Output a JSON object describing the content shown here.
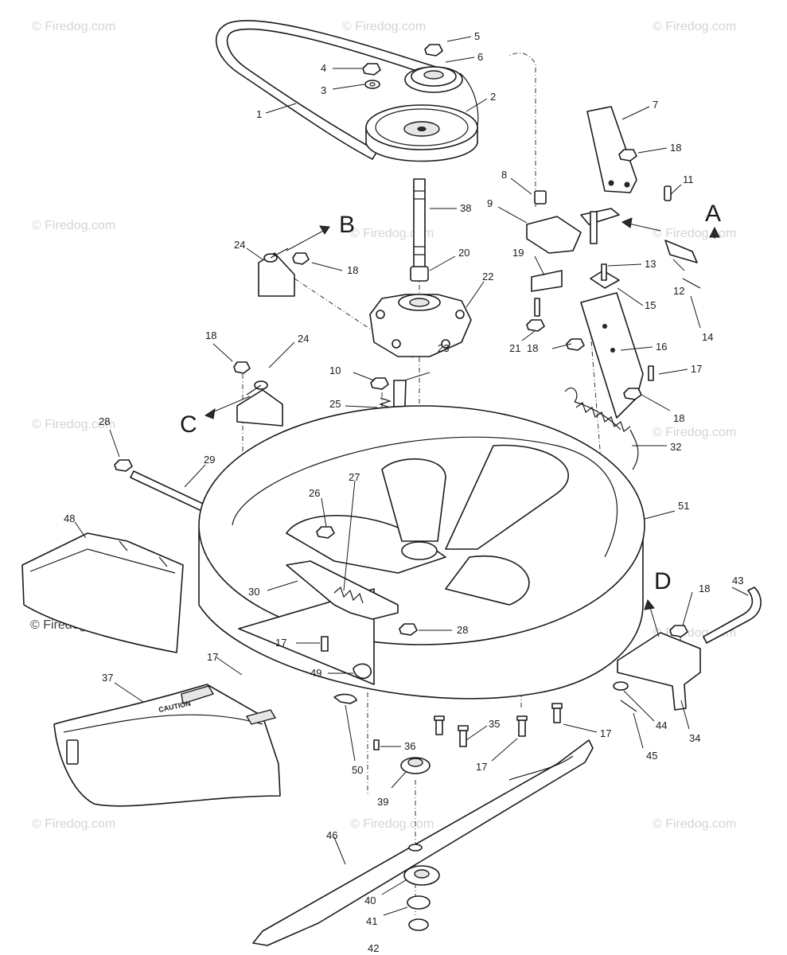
{
  "watermark": "© Firedog.com",
  "direction_letters": [
    "A",
    "B",
    "C",
    "D"
  ],
  "decal_text": "CAUTION",
  "callouts": [
    {
      "id": "c5",
      "label": "5"
    },
    {
      "id": "c6",
      "label": "6"
    },
    {
      "id": "c4",
      "label": "4"
    },
    {
      "id": "c3",
      "label": "3"
    },
    {
      "id": "c1",
      "label": "1"
    },
    {
      "id": "c2",
      "label": "2"
    },
    {
      "id": "c7",
      "label": "7"
    },
    {
      "id": "c18a",
      "label": "18"
    },
    {
      "id": "c8",
      "label": "8"
    },
    {
      "id": "c38",
      "label": "38"
    },
    {
      "id": "c9",
      "label": "9"
    },
    {
      "id": "c11",
      "label": "11"
    },
    {
      "id": "c24a",
      "label": "24"
    },
    {
      "id": "c18b",
      "label": "18"
    },
    {
      "id": "c20",
      "label": "20"
    },
    {
      "id": "c19",
      "label": "19"
    },
    {
      "id": "c13",
      "label": "13"
    },
    {
      "id": "c12",
      "label": "12"
    },
    {
      "id": "c22",
      "label": "22"
    },
    {
      "id": "c15",
      "label": "15"
    },
    {
      "id": "c16",
      "label": "16"
    },
    {
      "id": "c14",
      "label": "14"
    },
    {
      "id": "c21",
      "label": "21"
    },
    {
      "id": "c18c",
      "label": "18"
    },
    {
      "id": "c17a",
      "label": "17"
    },
    {
      "id": "c18d",
      "label": "18"
    },
    {
      "id": "c24b",
      "label": "24"
    },
    {
      "id": "c10",
      "label": "10"
    },
    {
      "id": "c23",
      "label": "23"
    },
    {
      "id": "c25",
      "label": "25"
    },
    {
      "id": "c18e",
      "label": "18"
    },
    {
      "id": "c32",
      "label": "32"
    },
    {
      "id": "c28a",
      "label": "28"
    },
    {
      "id": "c29",
      "label": "29"
    },
    {
      "id": "c27",
      "label": "27"
    },
    {
      "id": "c26",
      "label": "26"
    },
    {
      "id": "c51",
      "label": "51"
    },
    {
      "id": "c48",
      "label": "48"
    },
    {
      "id": "c30",
      "label": "30"
    },
    {
      "id": "c28b",
      "label": "28"
    },
    {
      "id": "c43",
      "label": "43"
    },
    {
      "id": "c18f",
      "label": "18"
    },
    {
      "id": "c17b",
      "label": "17"
    },
    {
      "id": "c49",
      "label": "49"
    },
    {
      "id": "c17c",
      "label": "17"
    },
    {
      "id": "c37",
      "label": "37"
    },
    {
      "id": "c35",
      "label": "35"
    },
    {
      "id": "c17d",
      "label": "17"
    },
    {
      "id": "c17e",
      "label": "17"
    },
    {
      "id": "c44",
      "label": "44"
    },
    {
      "id": "c34",
      "label": "34"
    },
    {
      "id": "c36",
      "label": "36"
    },
    {
      "id": "c45",
      "label": "45"
    },
    {
      "id": "c50",
      "label": "50"
    },
    {
      "id": "c39",
      "label": "39"
    },
    {
      "id": "c46",
      "label": "46"
    },
    {
      "id": "c40",
      "label": "40"
    },
    {
      "id": "c41",
      "label": "41"
    },
    {
      "id": "c42",
      "label": "42"
    }
  ]
}
